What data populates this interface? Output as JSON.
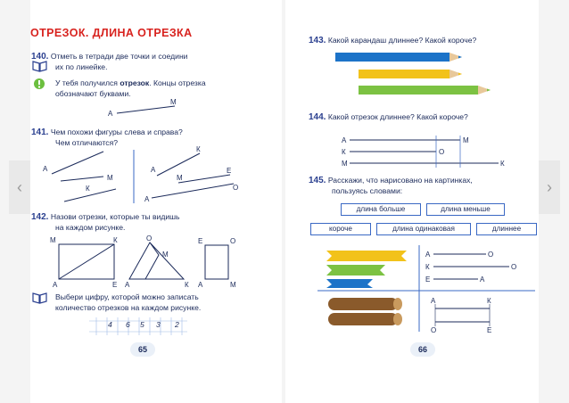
{
  "nav": {
    "prev": "‹",
    "next": "›"
  },
  "left": {
    "title": "ОТРЕЗОК.  ДЛИНА  ОТРЕЗКА",
    "ex140": {
      "num": "140.",
      "l1": "Отметь  в  тетради  две  точки  и  соедини",
      "l2": "их  по  линейке."
    },
    "note": {
      "l1a": "У тебя получился ",
      "l1b": "отрезок",
      "l1c": ". Концы отрезка",
      "l2": "обозначают буквами."
    },
    "fig140": {
      "a": "А",
      "m": "М"
    },
    "ex141": {
      "num": "141.",
      "l1": "Чем   похожи   фигуры   слева   и   справа?",
      "l2": "Чем отличаются?"
    },
    "fig141": {
      "a": "А",
      "m": "М",
      "k": "К",
      "a2": "А",
      "k2": "К",
      "e": "Е",
      "m2": "М",
      "o": "О",
      "a3": "А"
    },
    "ex142": {
      "num": "142.",
      "l1": "Назови    отрезки,    которые    ты    видишь",
      "l2": "на  каждом  рисунке."
    },
    "fig142": {
      "m": "М",
      "k": "К",
      "a": "А",
      "e": "Е",
      "o": "О",
      "m2": "М",
      "a2": "А",
      "k2": "К",
      "e2": "Е",
      "o2": "О",
      "a3": "А",
      "m3": "М"
    },
    "task": {
      "l1": "Выбери   цифру,   которой   можно   записать",
      "l2": "количество  отрезков  на  каждом  рисунке."
    },
    "digits": [
      "4",
      "6",
      "5",
      "3",
      "2"
    ],
    "page": "65"
  },
  "right": {
    "ex143": {
      "num": "143.",
      "text": "Какой  карандаш  длиннее?  Какой  короче?"
    },
    "ex144": {
      "num": "144.",
      "text": "Какой  отрезок  длиннее?  Какой  короче?"
    },
    "fig144": {
      "a": "А",
      "m": "М",
      "k": "К",
      "o": "О",
      "m2": "М",
      "k2": "К"
    },
    "ex145": {
      "num": "145.",
      "l1": "Расскажи,   что   нарисовано   на   картинках,",
      "l2": "пользуясь словами:"
    },
    "words": [
      "длина  больше",
      "длина  меньше",
      "короче",
      "длина  одинаковая",
      "длиннее"
    ],
    "fig145": {
      "a": "А",
      "o": "О",
      "k": "К",
      "o2": "О",
      "e": "Е",
      "a2": "А",
      "a3": "А",
      "k2": "К",
      "o3": "О",
      "e2": "Е"
    },
    "page": "66"
  },
  "colors": {
    "accent": "#d8231f",
    "blue": "#3a68c4",
    "text": "#1b2a5a",
    "pencil_blue": "#1c73c8",
    "pencil_yellow": "#f2c21a",
    "pencil_green": "#7cc242",
    "log": "#8a5a2b"
  }
}
